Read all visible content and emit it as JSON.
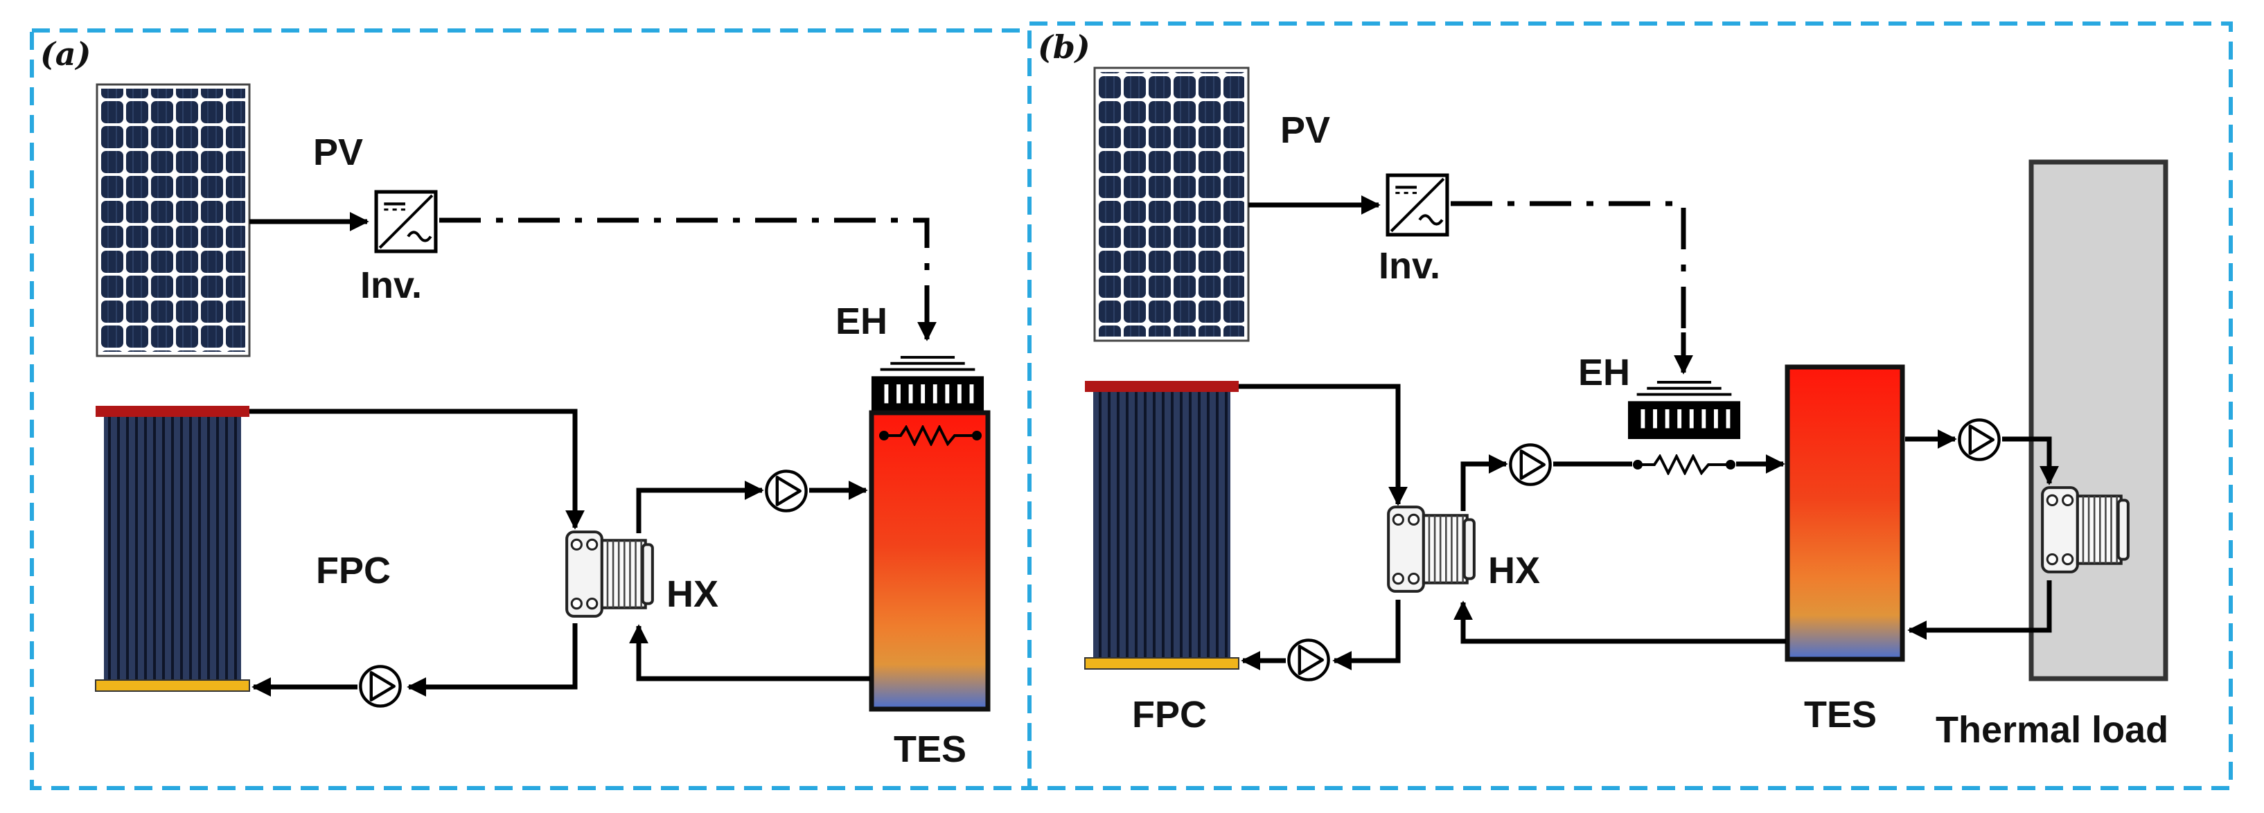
{
  "panels": {
    "a": {
      "tag": "(a)",
      "pv": "PV",
      "inv": "Inv.",
      "eh": "EH",
      "fpc": "FPC",
      "hx": "HX",
      "tes": "TES"
    },
    "b": {
      "tag": "(b)",
      "pv": "PV",
      "inv": "Inv.",
      "eh": "EH",
      "fpc": "FPC",
      "hx": "HX",
      "tes": "TES",
      "load": "Thermal load"
    }
  },
  "colors": {
    "frame": "#29a8e0",
    "panel_cell": "#1b2a4a",
    "collector_header_top": "#b01616",
    "collector_header_bottom": "#f0b51b",
    "tank_top": "#ff1a0a",
    "tank_mid": "#ef7d2d",
    "tank_bottom": "#4a6fd0",
    "load_fill": "#d2d2d2"
  },
  "icons": [
    "solar-panel-icon",
    "inverter-icon",
    "electric-heater-icon",
    "pump-icon",
    "heat-exchanger-icon",
    "flat-plate-collector-icon",
    "storage-tank-icon"
  ]
}
